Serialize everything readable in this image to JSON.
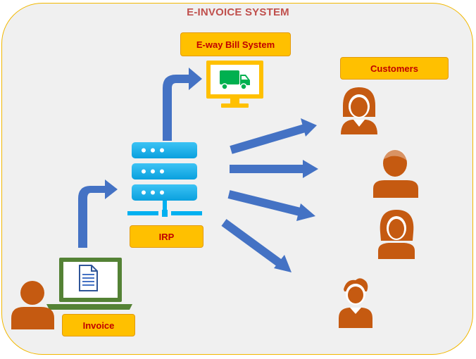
{
  "diagram": {
    "title": "E-INVOICE SYSTEM",
    "labels": {
      "eway": "E-way Bill System",
      "customers": "Customers",
      "irp": "IRP",
      "invoice": "Invoice"
    },
    "colors": {
      "arrow": "#4472c4",
      "label_fill": "#ffc000",
      "label_text": "#c00000",
      "title": "#c0504d",
      "person": "#c55a11",
      "laptop": "#548235",
      "monitor": "#ffc000",
      "truck": "#00b050",
      "server": "#00b0f0"
    },
    "icons": [
      "person-icon",
      "laptop-icon",
      "document-icon",
      "server-icon",
      "monitor-icon",
      "truck-icon",
      "customer-icon"
    ]
  }
}
